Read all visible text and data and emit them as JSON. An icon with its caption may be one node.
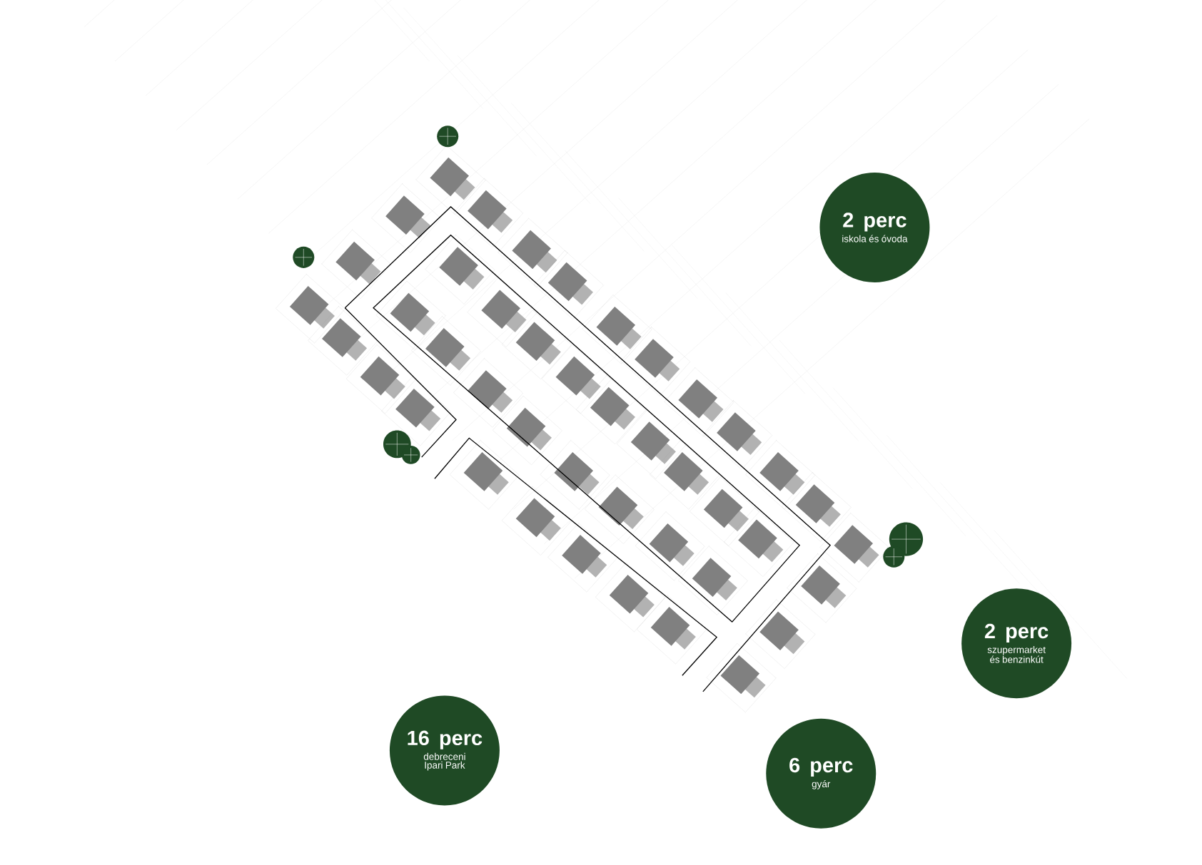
{
  "diagram": {
    "nodes": [
      {
        "text": [
          "2 perc",
          "iskola és óvoda"
        ]
      },
      {
        "text": [
          "2 perc",
          "szupermarket és benzinkút"
        ]
      },
      {
        "text": [
          "16 perc",
          "debreceni Ipari Park"
        ]
      },
      {
        "text": [
          "6 perc",
          "gyár"
        ]
      }
    ]
  }
}
